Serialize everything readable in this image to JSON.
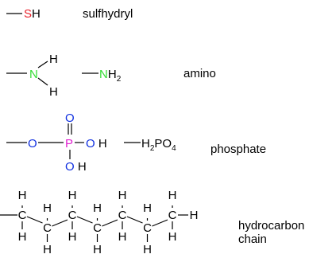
{
  "colors": {
    "bond": "#000000",
    "text": "#000000",
    "sulfur": "#e8202a",
    "nitrogen": "#33dd33",
    "phosphorus": "#e020d0",
    "oxygen": "#1030e0"
  },
  "groups": [
    {
      "label": [
        "sulfhydryl"
      ],
      "structure": {
        "atom": "S",
        "attached": "H"
      }
    },
    {
      "label": [
        "amino"
      ],
      "structure": {
        "center": "N",
        "substituents": [
          "H",
          "H"
        ]
      },
      "formula": {
        "element": "N",
        "subscript_element": "H",
        "subscript": "2"
      }
    },
    {
      "label": [
        "phosphate"
      ],
      "structure": {
        "center": "P",
        "double_bond": "O",
        "left": "O",
        "right": "OH",
        "bottom": "OH"
      },
      "formula": {
        "element": "H",
        "sub1": "2",
        "element2": "PO",
        "sub2": "4"
      }
    },
    {
      "label": [
        "hydrocarbon",
        "chain"
      ],
      "structure": {
        "carbon": "C",
        "hydrogen": "H",
        "carbon_count": 7,
        "end": "H"
      }
    }
  ]
}
